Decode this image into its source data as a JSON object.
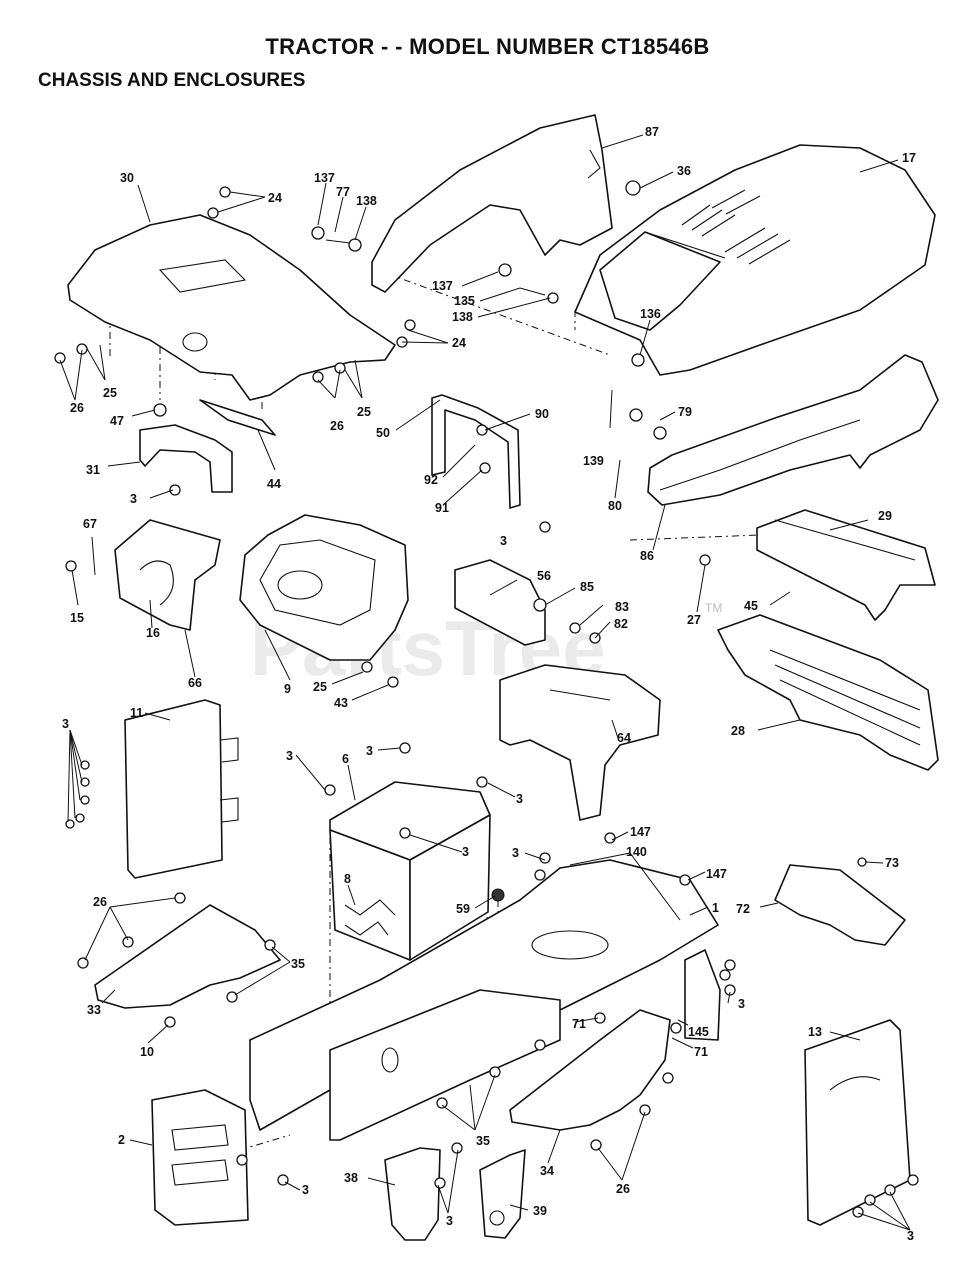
{
  "header": {
    "title": "TRACTOR - - MODEL NUMBER CT18546B",
    "subtitle": "CHASSIS AND ENCLOSURES"
  },
  "watermark": {
    "text": "PartsTree",
    "tm": "TM"
  },
  "callouts": [
    "87",
    "36",
    "17",
    "137",
    "77",
    "138",
    "30",
    "24",
    "24",
    "137",
    "135",
    "138",
    "136",
    "26",
    "25",
    "26",
    "25",
    "47",
    "31",
    "44",
    "50",
    "90",
    "92",
    "91",
    "139",
    "79",
    "80",
    "86",
    "3",
    "3",
    "67",
    "15",
    "16",
    "66",
    "9",
    "25",
    "43",
    "56",
    "85",
    "83",
    "82",
    "27",
    "29",
    "45",
    "64",
    "28",
    "11",
    "3",
    "6",
    "3",
    "3",
    "3",
    "3",
    "147",
    "140",
    "3",
    "147",
    "1",
    "59",
    "8",
    "73",
    "72",
    "26",
    "35",
    "33",
    "10",
    "71",
    "145",
    "71",
    "13",
    "2",
    "3",
    "38",
    "3",
    "35",
    "39",
    "34",
    "26",
    "3",
    "3"
  ]
}
